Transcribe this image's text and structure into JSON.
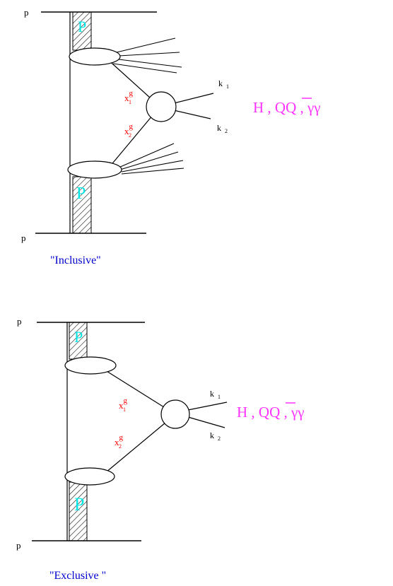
{
  "colors": {
    "line": "#000000",
    "pomeron_label": "#00e5e5",
    "momentum_fraction": "#ff0000",
    "final_state": "#ff33ff",
    "caption": "#0000cc"
  },
  "diagrams": [
    {
      "caption": "\"Inclusive\"",
      "proton_top": "p",
      "proton_bottom": "p",
      "pomeron_top": "P",
      "pomeron_bottom": "P",
      "x1": "x",
      "x1_sup": "g",
      "x1_sub": "1",
      "x2": "x",
      "x2_sup": "g",
      "x2_sub": "2",
      "k1": "k",
      "k1_sub": "1",
      "k2": "k",
      "k2_sub": "2",
      "final_state": "H ,  QQ  , γγ"
    },
    {
      "caption": "\"Exclusive \"",
      "proton_top": "p",
      "proton_bottom": "p",
      "pomeron_top": "P",
      "pomeron_bottom": "P",
      "x1": "x",
      "x1_sup": "g",
      "x1_sub": "1",
      "x2": "x",
      "x2_sup": "g",
      "x2_sub": "2",
      "k1": "k",
      "k1_sub": "1",
      "k2": "k",
      "k2_sub": "2",
      "final_state": "H ,  QQ  , γγ"
    }
  ]
}
